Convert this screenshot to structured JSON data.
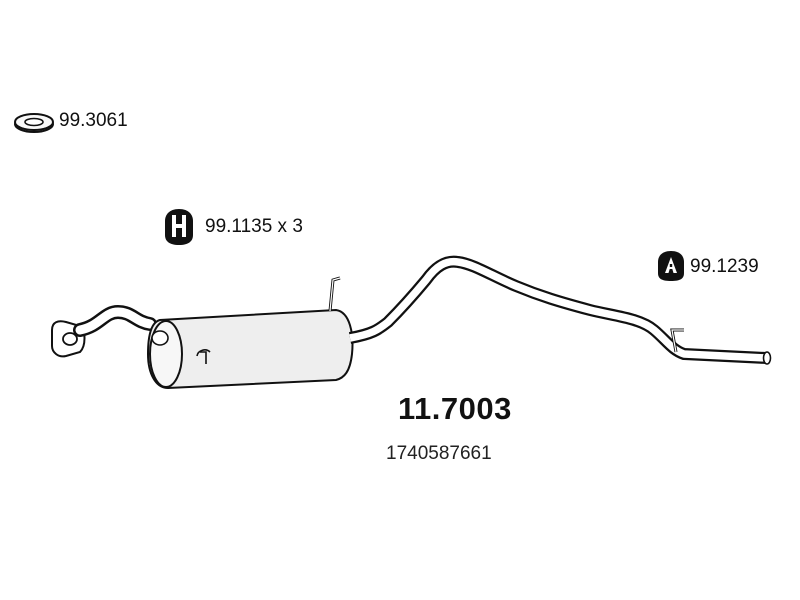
{
  "callouts": {
    "gasket": {
      "code": "99.3061",
      "icon": "ring-gasket-icon"
    },
    "mount_front": {
      "code": "99.1135 x 3",
      "icon": "rubber-mount-icon"
    },
    "mount_rear": {
      "code": "99.1239",
      "icon": "rubber-mount-icon"
    }
  },
  "part": {
    "number": "11.7003",
    "oe_number": "1740587661"
  },
  "colors": {
    "line": "#111111",
    "muffler_fill": "#eeeeee"
  }
}
